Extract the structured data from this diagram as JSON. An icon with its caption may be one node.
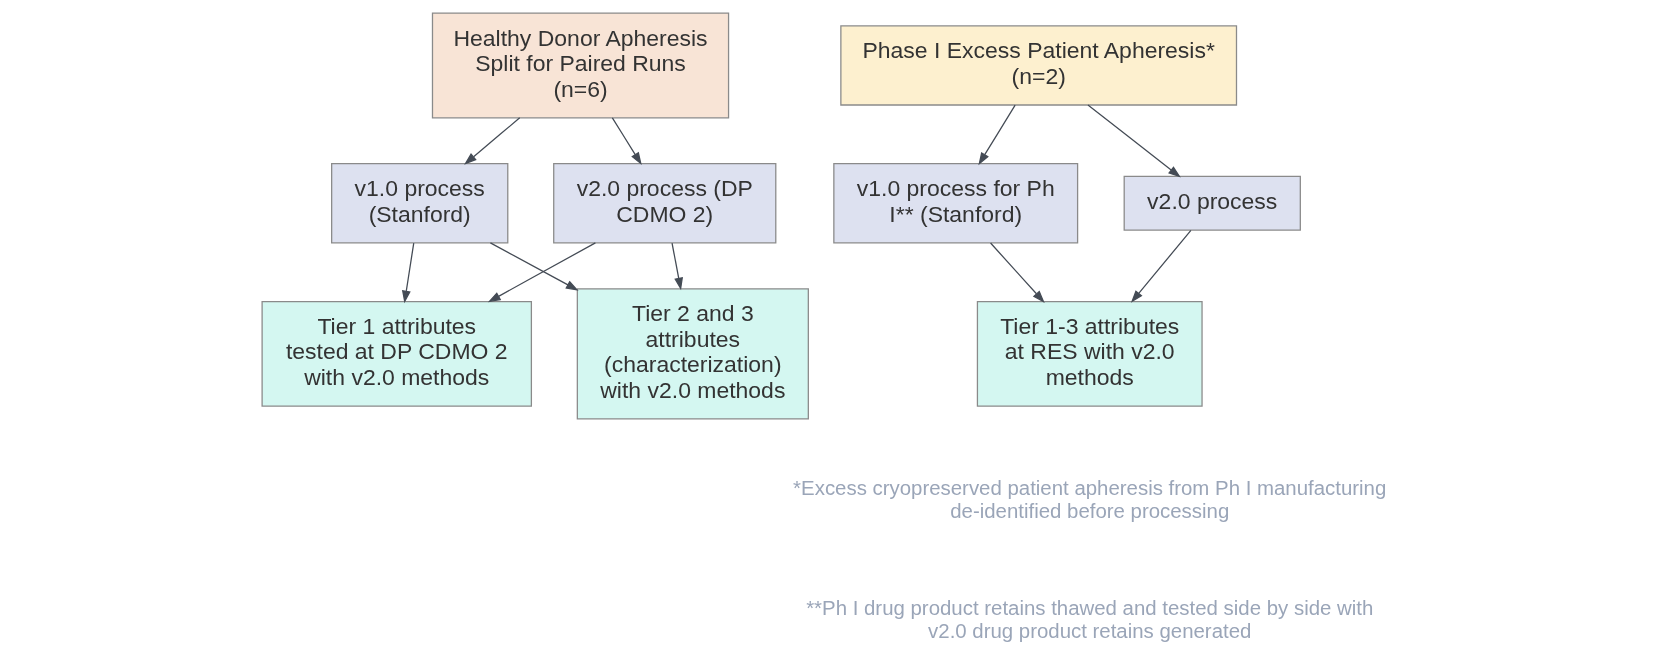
{
  "diagram": {
    "nodes": [
      {
        "text": [
          "Healthy Donor Apheresis Split for Paired Runs (n=6)"
        ]
      },
      {
        "text": [
          "v1.0 process (Stanford)"
        ]
      },
      {
        "text": [
          "v2.0 process (DP CDMO 2)"
        ]
      },
      {
        "text": [
          "Tier 1 attributes tested at DP CDMO 2 with v2.0 methods"
        ]
      },
      {
        "text": [
          "Tier 2 and 3 attributes (characterization) with v2.0 methods"
        ]
      },
      {
        "text": [
          "Phase I Excess Patient Apheresis* (n=2)"
        ]
      },
      {
        "text": [
          "v1.0 process for Ph I** (Stanford)"
        ]
      },
      {
        "text": [
          "v2.0 process"
        ]
      },
      {
        "text": [
          "Tier 1-3 attributes at RES with v2.0 methods"
        ]
      }
    ],
    "edges": [
      {
        "from": 0,
        "to": 1,
        "arrow": "to"
      },
      {
        "from": 0,
        "to": 2,
        "arrow": "to"
      },
      {
        "from": 1,
        "to": 3,
        "arrow": "to"
      },
      {
        "from": 1,
        "to": 4,
        "arrow": "to"
      },
      {
        "from": 2,
        "to": 3,
        "arrow": "to"
      },
      {
        "from": 2,
        "to": 4,
        "arrow": "to"
      },
      {
        "from": 5,
        "to": 6,
        "arrow": "to"
      },
      {
        "from": 5,
        "to": 7,
        "arrow": "to"
      },
      {
        "from": 6,
        "to": 8,
        "arrow": "to"
      },
      {
        "from": 7,
        "to": 8,
        "arrow": "to"
      }
    ],
    "labels": [
      "*Excess cryopreserved patient apheresis from Ph I manufacturing de-identified before processing",
      "**Ph I drug product retains thawed and tested side by side with v2.0 drug product retains generated"
    ]
  }
}
